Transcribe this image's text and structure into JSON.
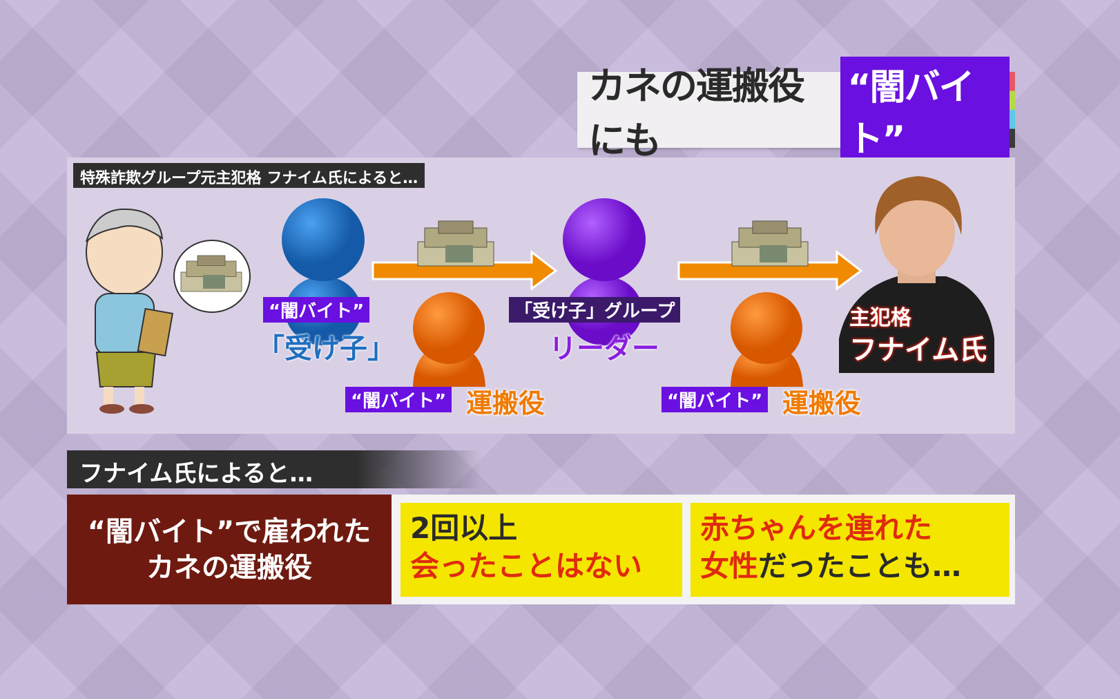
{
  "title": {
    "main": "カネの運搬役にも",
    "highlight": "“闇バイト”"
  },
  "source_caption": "特殊詐欺グループ元主犯格 フナイム氏によると…",
  "diagram": {
    "ukeko": {
      "tag": "“闇バイト”",
      "name": "「受け子」"
    },
    "carrier1": {
      "tag": "“闇バイト”",
      "name": "運搬役"
    },
    "leader": {
      "tag": "「受け子」グループ",
      "name": "リーダー"
    },
    "carrier2": {
      "tag": "“闇バイト”",
      "name": "運搬役"
    },
    "boss": {
      "tag": "主犯格",
      "name": "フナイム氏"
    },
    "colors": {
      "blue": "#1f6fc0",
      "purple": "#8a1ee0",
      "orange": "#f07a00"
    }
  },
  "subtitle": "フナイム氏によると…",
  "bottom": {
    "topic": [
      "“闇バイト”で雇われた",
      "カネの運搬役"
    ],
    "point1": {
      "line1": "2回以上",
      "line2": "会ったことはない"
    },
    "point2": {
      "line1": "赤ちゃんを連れた",
      "line2_red": "女性",
      "line2_rest": "だったことも…"
    }
  }
}
